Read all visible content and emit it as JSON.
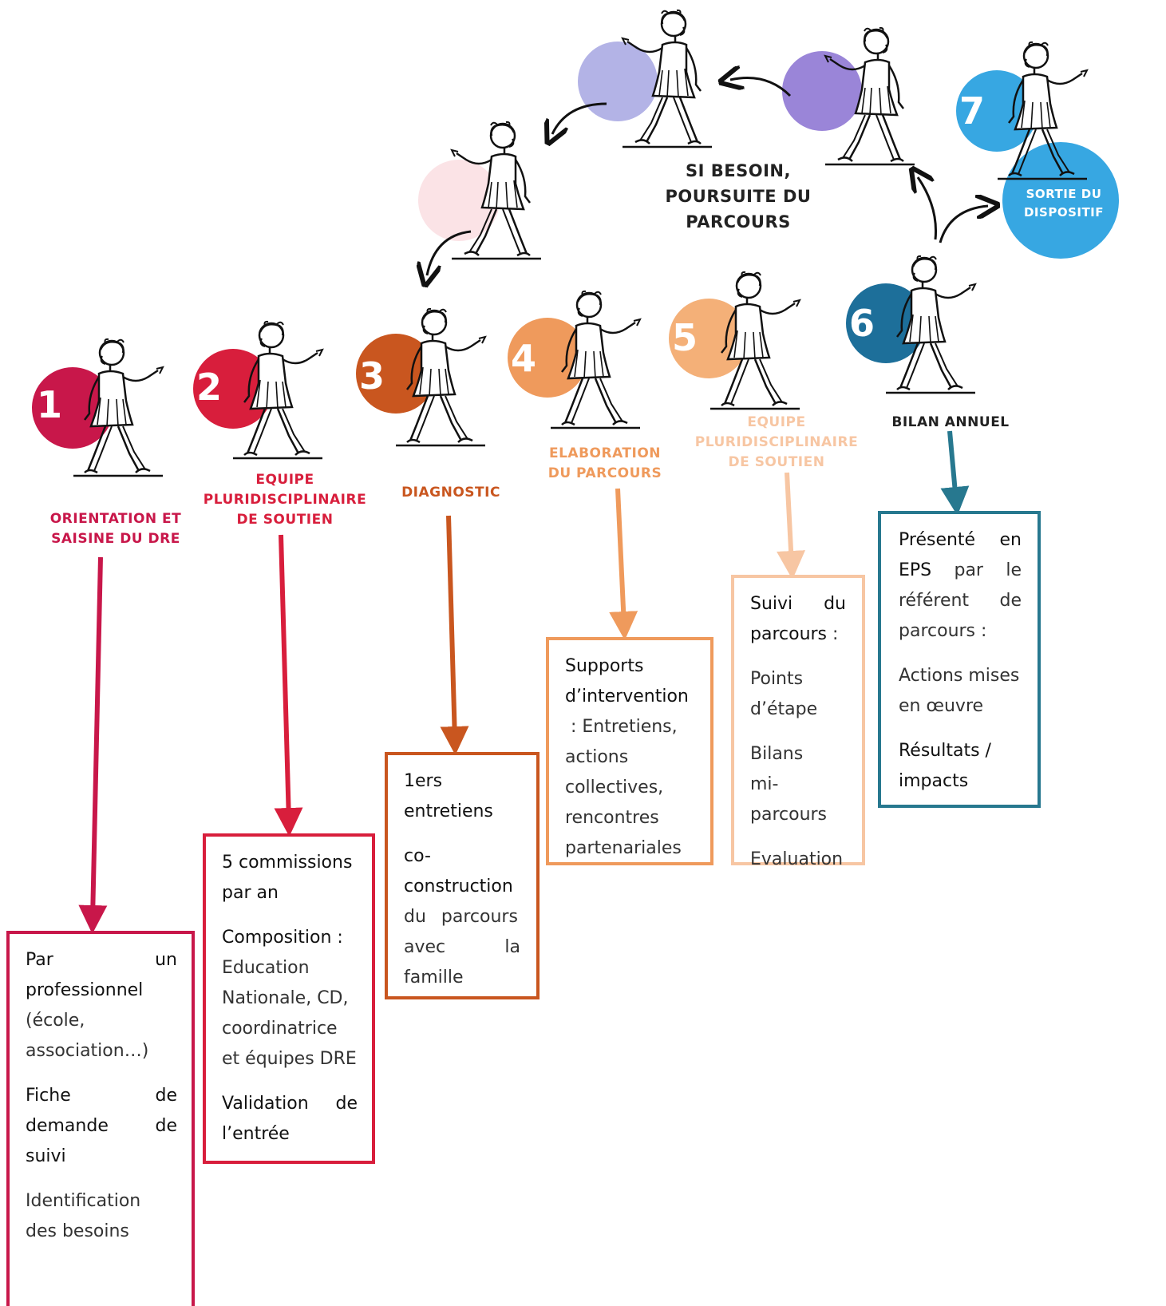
{
  "colors": {
    "step1": "#c8174a",
    "step2": "#d81e3c",
    "step3": "#c9561f",
    "step4": "#ef9a5c",
    "step5": "#f4b078",
    "step5_box": "#f7c6a3",
    "step6": "#1d6f9a",
    "step6_box": "#27788f",
    "step7": "#37a7e2",
    "loop_pink": "#fbe3e6",
    "loop_lavender": "#b3b3e6",
    "loop_purple": "#9a85d8"
  },
  "steps": [
    {
      "number": "1",
      "label_lines": [
        "ORIENTATION ET",
        "SAISINE DU DRE"
      ]
    },
    {
      "number": "2",
      "label_lines": [
        "EQUIPE",
        "PLURIDISCIPLINAIRE",
        "DE SOUTIEN"
      ]
    },
    {
      "number": "3",
      "label_lines": [
        "DIAGNOSTIC"
      ]
    },
    {
      "number": "4",
      "label_lines": [
        "ELABORATION",
        "DU PARCOURS"
      ]
    },
    {
      "number": "5",
      "label_lines": [
        "EQUIPE",
        "PLURIDISCIPLINAIRE",
        "DE SOUTIEN"
      ]
    },
    {
      "number": "6",
      "label_lines": [
        "BILAN ANNUEL"
      ]
    },
    {
      "number": "7",
      "label_lines": [
        "SORTIE DU",
        "DISPOSITIF"
      ]
    }
  ],
  "loop_label_lines": [
    "SI BESOIN,",
    "POURSUITE DU",
    "PARCOURS"
  ],
  "boxes": {
    "box1": {
      "l1a": "Par",
      "l1b": "un",
      "l2": "professionnel",
      "l3": "(école,",
      "l4": "association…)",
      "l5a": "Fiche",
      "l5b": "de",
      "l6a": "demande",
      "l6b": "de",
      "l7": "suivi",
      "l8": "Identification",
      "l9": "des besoins"
    },
    "box2": {
      "l1": "5 commissions",
      "l2": "par an",
      "l3": "Composition :",
      "l4": "Education",
      "l5": "Nationale, CD,",
      "l6": "coordinatrice",
      "l7": "et équipes DRE",
      "l8a": "Validation",
      "l8b": "de",
      "l9": "l’entrée"
    },
    "box3": {
      "l1": "1ers",
      "l2": "entretiens",
      "l3": "co-",
      "l4": "construction",
      "l5": "du parcours",
      "l6a": "avec",
      "l6b": "la",
      "l7": "famille"
    },
    "box4": {
      "l1": "Supports",
      "l2": "d’intervention",
      "l3": " : Entretiens,",
      "l4": "actions",
      "l5": "collectives,",
      "l6": "rencontres",
      "l7": "partenariales"
    },
    "box5": {
      "l1a": "Suivi",
      "l1b": "du",
      "l2": "parcours",
      "l2b": " :",
      "l3": "Points",
      "l4": "d’étape",
      "l5": "Bilans mi-",
      "l6": "parcours",
      "l7": "Evaluation"
    },
    "box6": {
      "l1a": "Présenté",
      "l1b": "en",
      "l2a": "EPS",
      "l2b": "par",
      "l2c": "le",
      "l3a": "référent",
      "l3b": "de",
      "l4": "parcours :",
      "l5": "Actions mises",
      "l6": "en œuvre",
      "l7": "Résultats /",
      "l8": "impacts"
    }
  }
}
